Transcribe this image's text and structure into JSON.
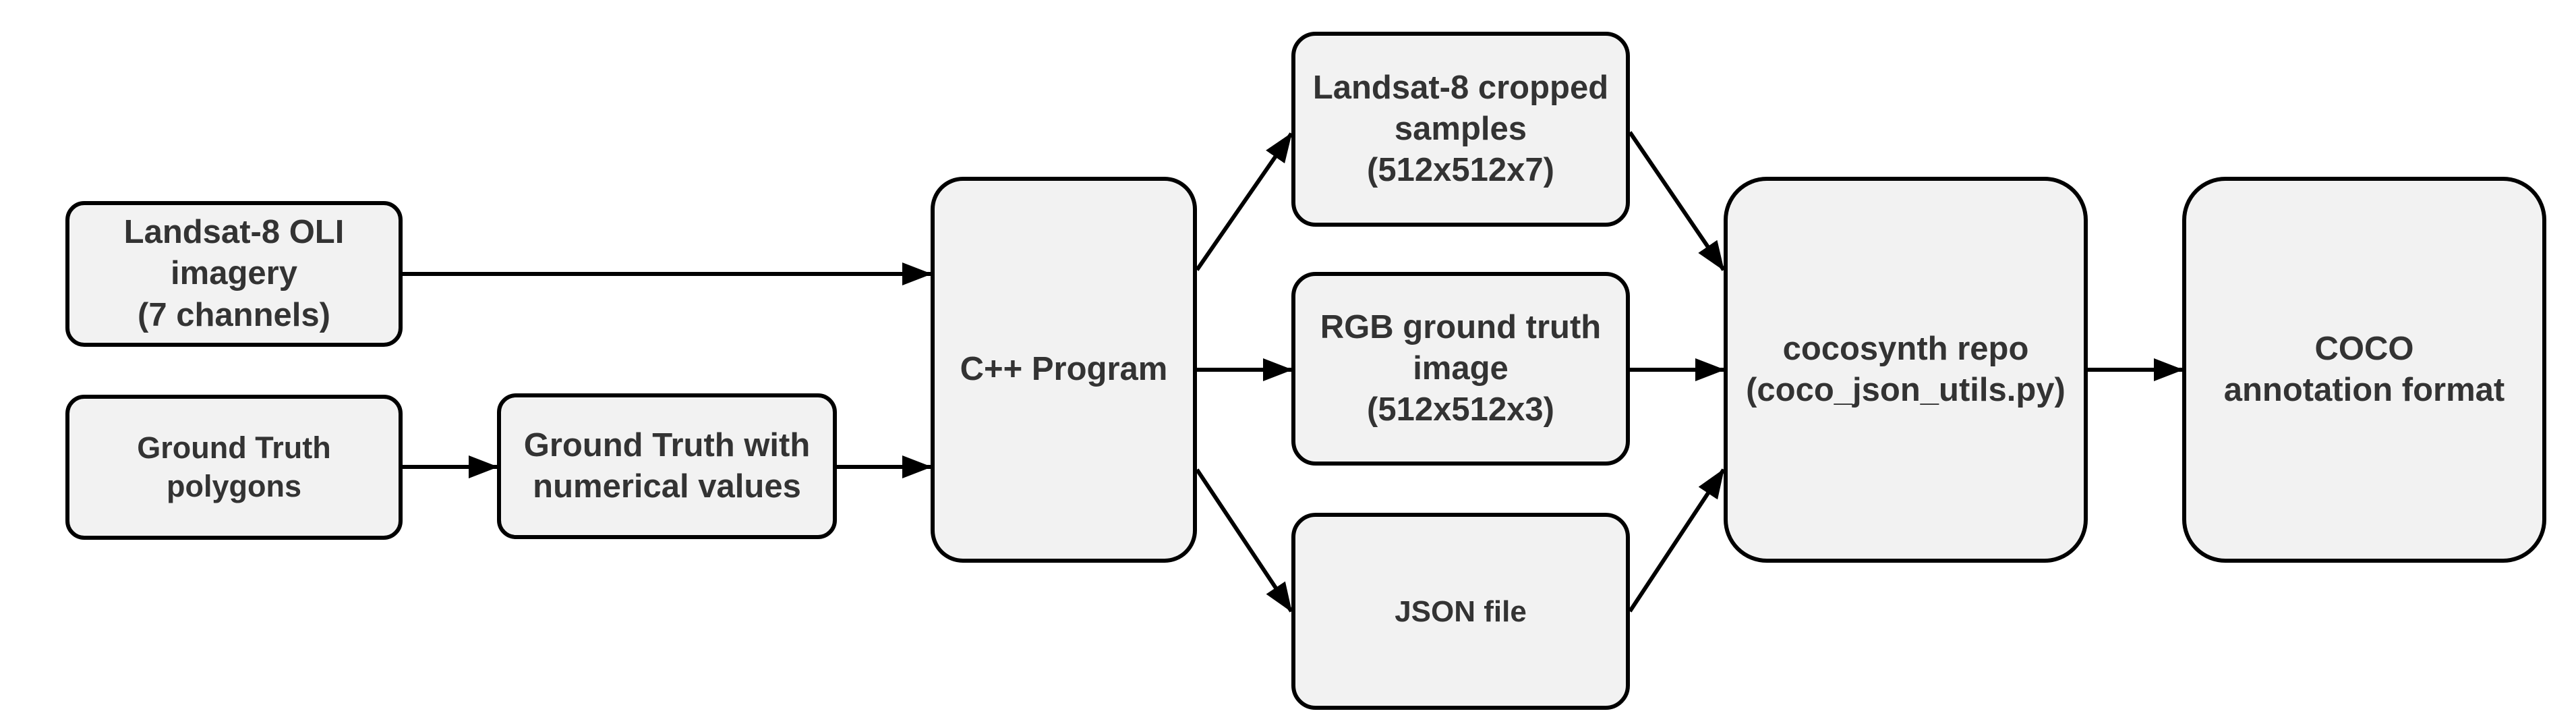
{
  "nodes": {
    "landsat_input": "Landsat-8 OLI\nimagery\n(7 channels)",
    "gt_polygons": "Ground Truth\npolygons",
    "gt_numeric": "Ground Truth with\nnumerical values",
    "cpp_program": "C++ Program",
    "landsat_cropped": "Landsat-8 cropped\nsamples\n(512x512x7)",
    "rgb_ground_truth": "RGB ground truth\nimage\n(512x512x3)",
    "json_file": "JSON file",
    "cocosynth": "cocosynth repo\n(coco_json_utils.py)",
    "coco_format": "COCO\nannotation format"
  },
  "colors": {
    "node_fill": "#f2f2f2",
    "node_border": "#000000",
    "text": "#333333",
    "arrow": "#000000"
  }
}
